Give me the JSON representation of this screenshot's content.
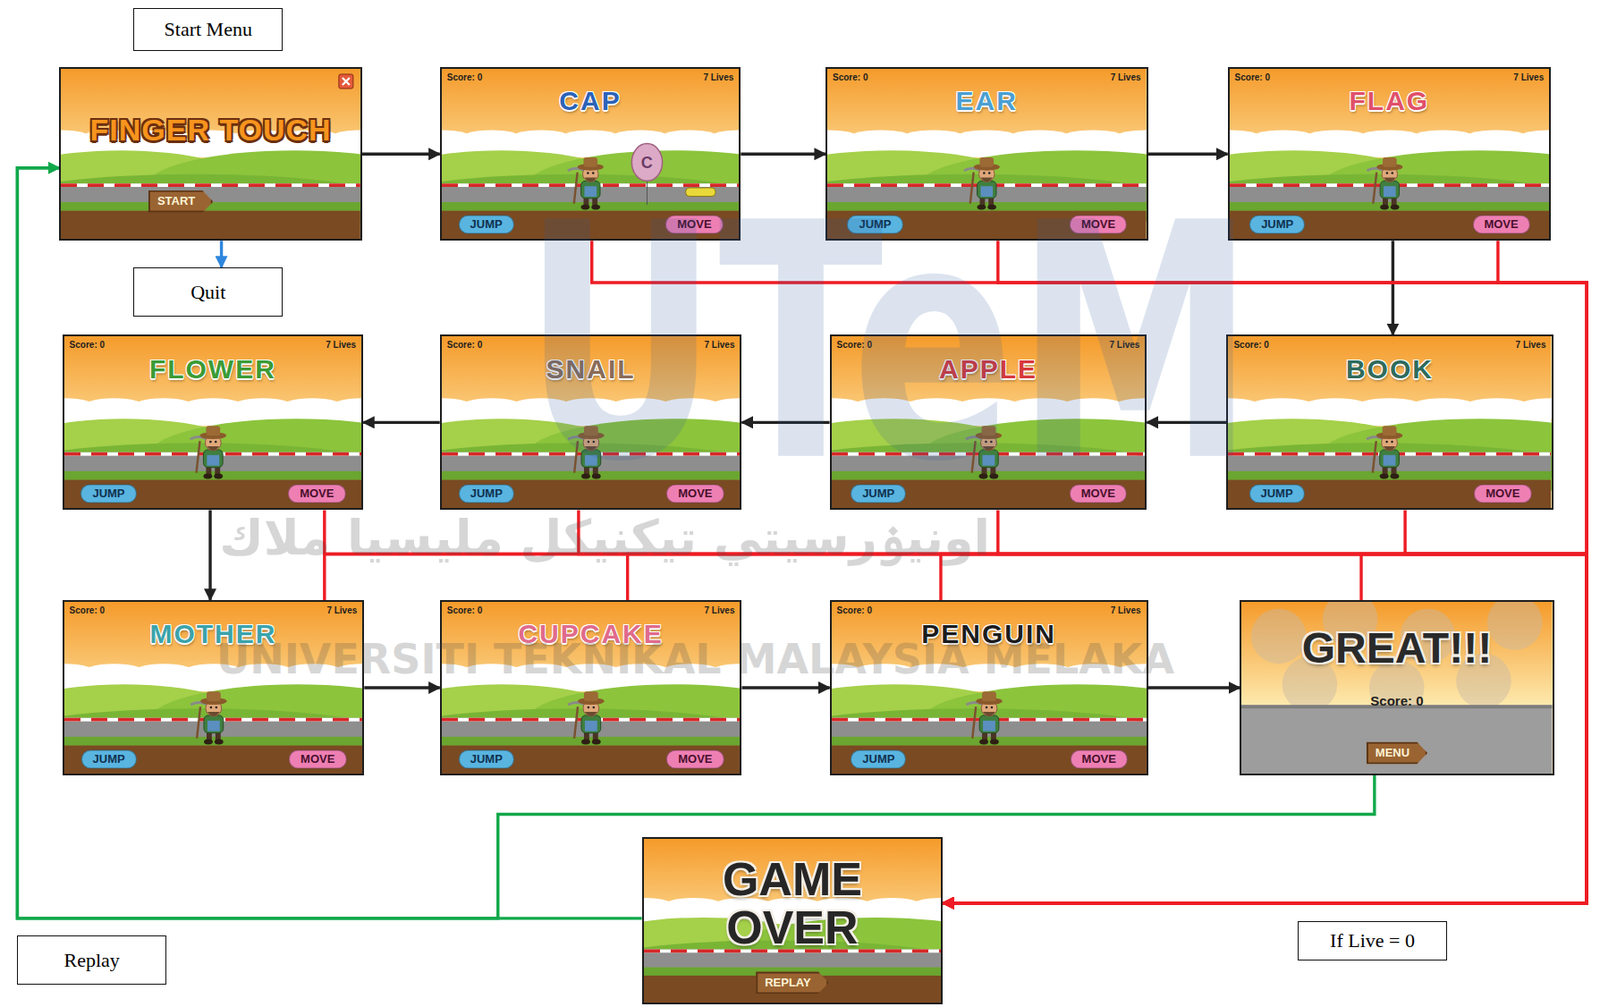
{
  "diagram": {
    "nodes": [
      {
        "text": [
          "Start Menu"
        ]
      },
      {
        "text": [
          "FINGER TOUCH",
          "START"
        ]
      },
      {
        "text": [
          "Score: 0",
          "CAP",
          "7 Lives",
          "C",
          "JUMP",
          "MOVE"
        ]
      },
      {
        "text": [
          "Score: 0",
          "EAR",
          "7 Lives",
          "JUMP",
          "MOVE"
        ]
      },
      {
        "text": [
          "Score: 0",
          "FLAG",
          "7 Lives",
          "JUMP",
          "MOVE"
        ]
      },
      {
        "text": [
          "Quit"
        ]
      },
      {
        "text": [
          "Score: 0",
          "FLOWER",
          "7 Lives",
          "JUMP",
          "MOVE"
        ]
      },
      {
        "text": [
          "Score: 0",
          "SNAIL",
          "7 Lives",
          "JUMP",
          "MOVE"
        ]
      },
      {
        "text": [
          "Score: 0",
          "APPLE",
          "7 Lives",
          "JUMP",
          "MOVE"
        ]
      },
      {
        "text": [
          "Score: 0",
          "BOOK",
          "7 Lives",
          "JUMP",
          "MOVE"
        ]
      },
      {
        "text": [
          "Score: 0",
          "MOTHER",
          "7 Lives",
          "JUMP",
          "MOVE"
        ]
      },
      {
        "text": [
          "Score: 0",
          "CUPCAKE",
          "7 Lives",
          "JUMP",
          "MOVE"
        ]
      },
      {
        "text": [
          "Score: 0",
          "PENGUIN",
          "7 Lives",
          "JUMP",
          "MOVE"
        ]
      },
      {
        "text": [
          "GREAT!!!",
          "Score: 0",
          "MENU"
        ]
      },
      {
        "text": [
          "GAME OVER",
          "REPLAY"
        ]
      },
      {
        "text": [
          "Replay"
        ]
      },
      {
        "text": [
          "If Live = 0"
        ]
      }
    ],
    "edges": [
      {
        "from": 1,
        "to": 2,
        "arrow": "to"
      },
      {
        "from": 2,
        "to": 3,
        "arrow": "to"
      },
      {
        "from": 3,
        "to": 4,
        "arrow": "to"
      },
      {
        "from": 4,
        "to": 9,
        "arrow": "to"
      },
      {
        "from": 9,
        "to": 8,
        "arrow": "to"
      },
      {
        "from": 8,
        "to": 7,
        "arrow": "to"
      },
      {
        "from": 7,
        "to": 6,
        "arrow": "to"
      },
      {
        "from": 6,
        "to": 10,
        "arrow": "to"
      },
      {
        "from": 10,
        "to": 11,
        "arrow": "to"
      },
      {
        "from": 11,
        "to": 12,
        "arrow": "to"
      },
      {
        "from": 12,
        "to": 13,
        "arrow": "to"
      },
      {
        "from": 1,
        "to": 5,
        "arrow": "to"
      },
      {
        "from": 2,
        "to": 14,
        "arrow": "to"
      },
      {
        "from": 3,
        "to": 14,
        "arrow": "to"
      },
      {
        "from": 4,
        "to": 14,
        "arrow": "to"
      },
      {
        "from": 6,
        "to": 14,
        "arrow": "to"
      },
      {
        "from": 7,
        "to": 14,
        "arrow": "to"
      },
      {
        "from": 8,
        "to": 14,
        "arrow": "to"
      },
      {
        "from": 9,
        "to": 14,
        "arrow": "to"
      },
      {
        "from": 10,
        "to": 14,
        "arrow": "to"
      },
      {
        "from": 11,
        "to": 14,
        "arrow": "to"
      },
      {
        "from": 12,
        "to": 14,
        "arrow": "to"
      },
      {
        "from": 13,
        "to": 14,
        "arrow": "to"
      },
      {
        "from": 13,
        "to": 1,
        "arrow": "to"
      },
      {
        "from": 14,
        "to": 1,
        "arrow": "to"
      }
    ],
    "labels": [
      "UTeM",
      "اونيۏرسيتي تيكنيكل مليسيا ملاك",
      "UNIVERSITI TEKNIKAL MALAYSIA MELAKA"
    ]
  }
}
